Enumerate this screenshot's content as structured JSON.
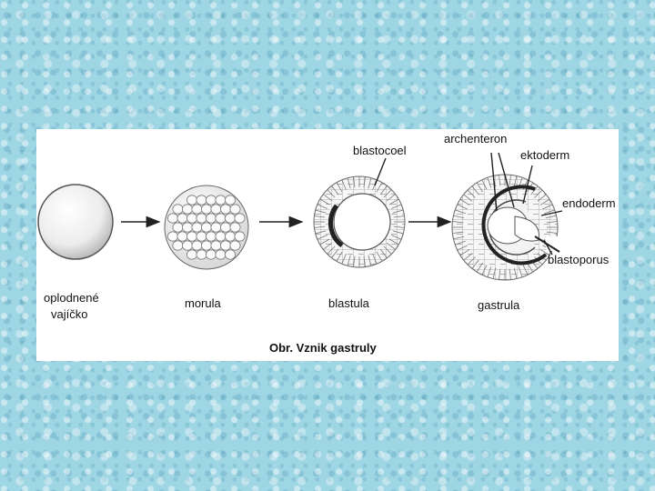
{
  "stages": {
    "egg_line1": "oplodnené",
    "egg_line2": "vajíčko",
    "morula": "morula",
    "blastula": "blastula",
    "gastrula": "gastrula"
  },
  "parts": {
    "blastocoel": "blastocoel",
    "archenteron": "archenteron",
    "ektoderm": "ektoderm",
    "endoderm": "endoderm",
    "blastoporus": "blastoporus"
  },
  "caption": "Obr. Vznik gastruly"
}
